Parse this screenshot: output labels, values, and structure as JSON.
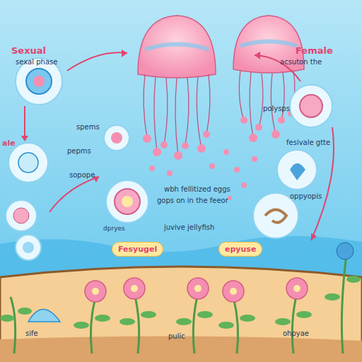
{
  "diagram": {
    "nodes": [
      {
        "text": [
          "Fesyugel"
        ]
      },
      {
        "text": [
          "epyuse"
        ]
      }
    ],
    "labels": [
      "Sexual",
      "Female",
      "sexal phase",
      "acsuton the",
      "polysps",
      "spems",
      "ale",
      "pepms",
      "fesivale gtte",
      "oppyopis",
      "sopope",
      "wbh fellitized eggs",
      "gops on in the feeor",
      "dpryes",
      "juvive jellyfish",
      "sife",
      "pulic",
      "ohpyae"
    ]
  }
}
